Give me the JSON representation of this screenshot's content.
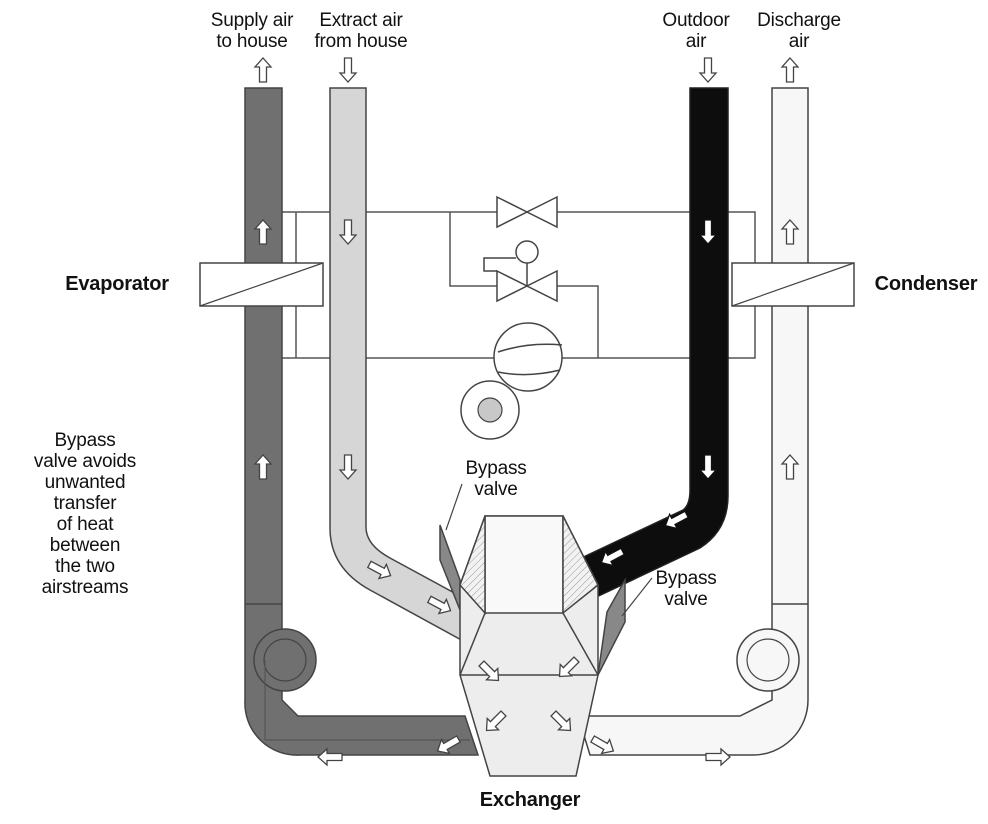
{
  "labels": {
    "supply_air": "Supply air\nto house",
    "extract_air": "Extract air\nfrom house",
    "outdoor_air": "Outdoor\nair",
    "discharge_air": "Discharge\nair",
    "evaporator": "Evaporator",
    "condenser": "Condenser",
    "bypass_valve_upper": "Bypass\nvalve",
    "bypass_valve_lower": "Bypass\nvalve",
    "bypass_note": "Bypass\nvalve avoids\nunwanted\ntransfer\nof heat\nbetween\nthe two\nairstreams",
    "exchanger": "Exchanger"
  },
  "colors": {
    "supply_duct": "#707070",
    "extract_duct": "#d6d6d6",
    "outdoor_duct": "#0d0d0d",
    "discharge_duct": "#f7f7f7",
    "outline": "#444444"
  }
}
